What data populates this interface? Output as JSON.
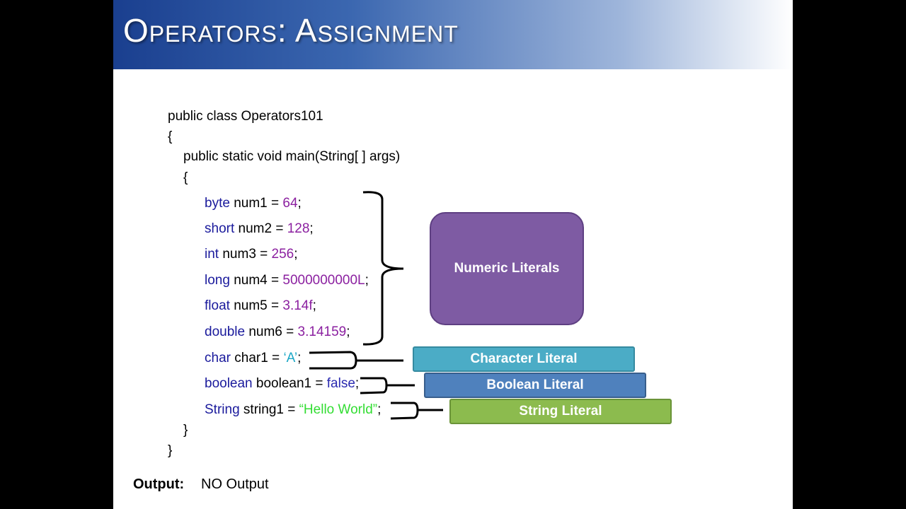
{
  "slide_title": "Operators: Assignment",
  "code": {
    "class_decl": "public class Operators101",
    "open_class": "{",
    "method_decl": "public static void main(String[ ] args)",
    "open_method": "{",
    "lines": [
      {
        "type": "byte",
        "rest": " num1 = ",
        "value": "64",
        "end": ";",
        "vclass": "num"
      },
      {
        "type": "short",
        "rest": " num2 = ",
        "value": "128",
        "end": ";",
        "vclass": "num"
      },
      {
        "type": "int",
        "rest": " num3 = ",
        "value": "256",
        "end": ";",
        "vclass": "num"
      },
      {
        "type": "long",
        "rest": " num4 = ",
        "value": "5000000000L",
        "end": ";",
        "vclass": "num"
      },
      {
        "type": "float",
        "rest": " num5 = ",
        "value": "3.14f",
        "end": ";",
        "vclass": "num"
      },
      {
        "type": "double",
        "rest": " num6 = ",
        "value": "3.14159",
        "end": ";",
        "vclass": "num"
      },
      {
        "type": "char",
        "rest": " char1 = ",
        "value": "‘A’",
        "end": ";",
        "vclass": "chr"
      },
      {
        "type": "boolean",
        "rest": " boolean1 = ",
        "value": "false",
        "end": ";",
        "vclass": "bool"
      },
      {
        "type": "String",
        "rest": " string1 = ",
        "value": "“Hello World”",
        "end": ";",
        "vclass": "str"
      }
    ],
    "close_method": "}",
    "close_class": "}"
  },
  "labels": {
    "numeric": "Numeric Literals",
    "character": "Character Literal",
    "boolean": "Boolean Literal",
    "string": "String Literal"
  },
  "colors": {
    "numeric": "#7e5ba3",
    "character": "#4bacc6",
    "boolean": "#4f81bd",
    "string": "#8cbb4e"
  },
  "output": {
    "label": "Output:",
    "value": "NO Output"
  }
}
